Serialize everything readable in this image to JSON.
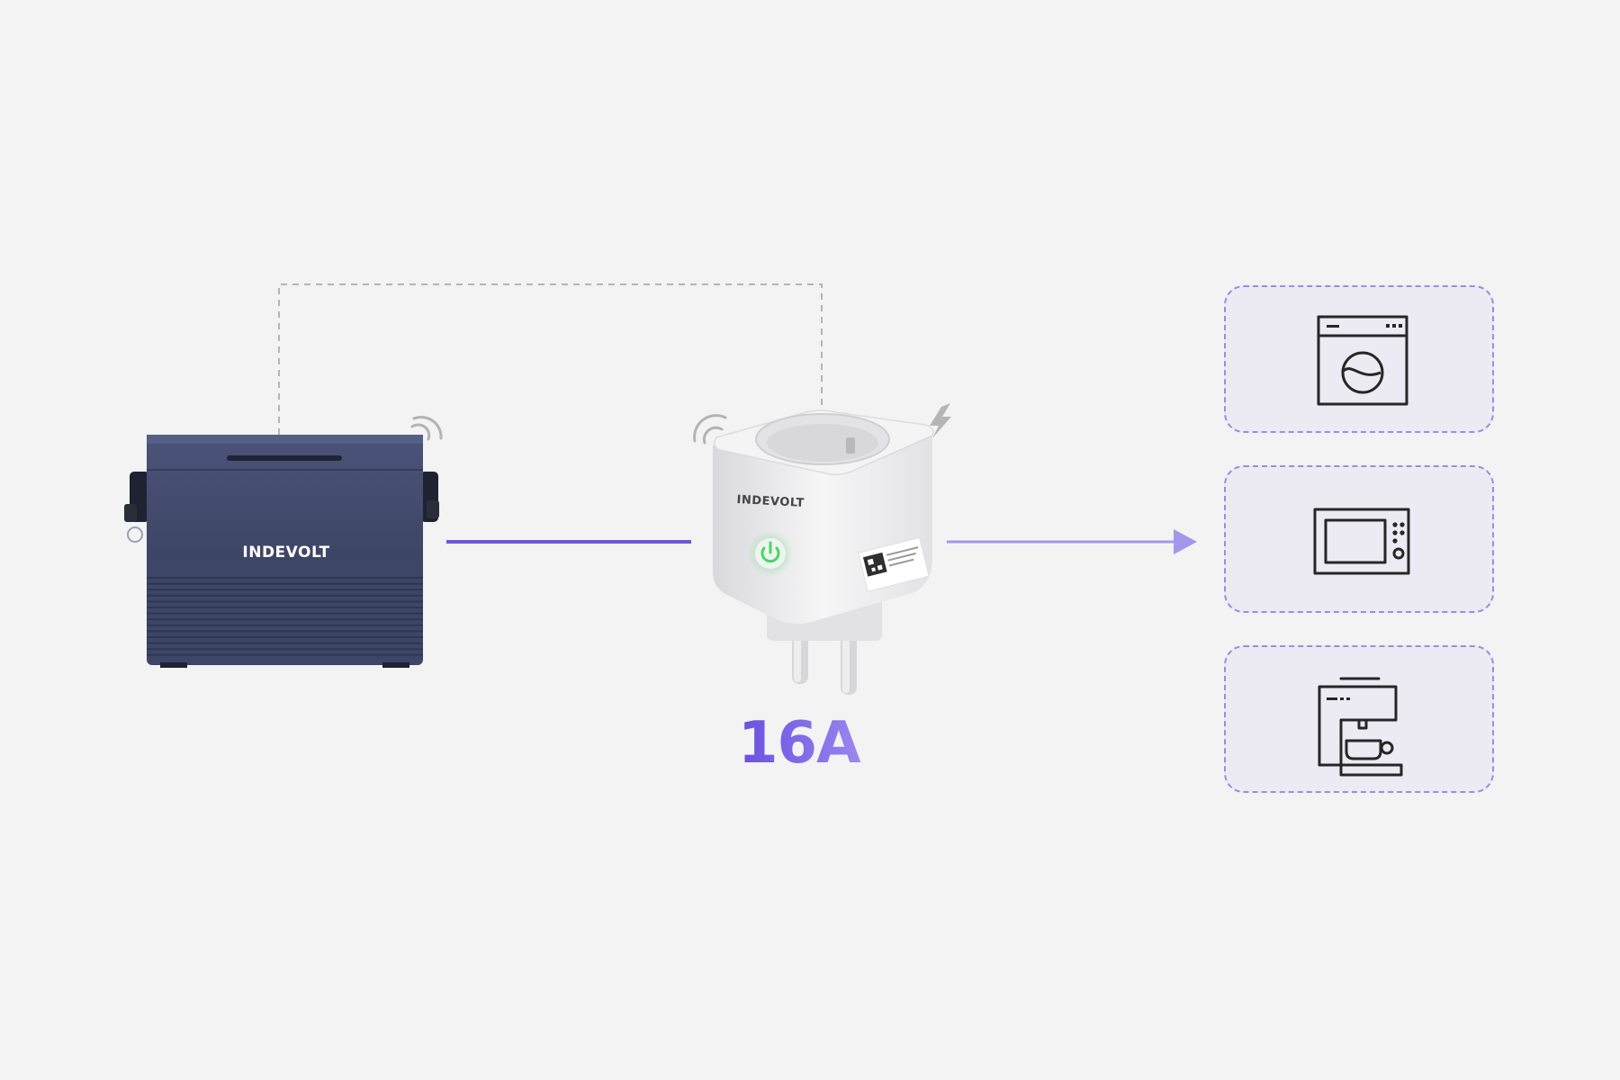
{
  "battery": {
    "brand": "INDEVOLT"
  },
  "smart_plug": {
    "brand": "INDEVOLT",
    "rating": "16A"
  },
  "appliances": [
    {
      "name": "washing machine",
      "icon": "washing-machine-icon"
    },
    {
      "name": "microwave",
      "icon": "microwave-icon"
    },
    {
      "name": "coffee machine",
      "icon": "coffee-machine-icon"
    }
  ],
  "colors": {
    "background": "#f3f3f3",
    "battery_body": "#3e4668",
    "power_line": "#6f55dc",
    "output_line": "#a397ec",
    "card_border": "#9a8ce6",
    "card_fill": "#ecebf3",
    "dashed_link": "#b5b5b5",
    "led_green": "#4fd36a"
  }
}
